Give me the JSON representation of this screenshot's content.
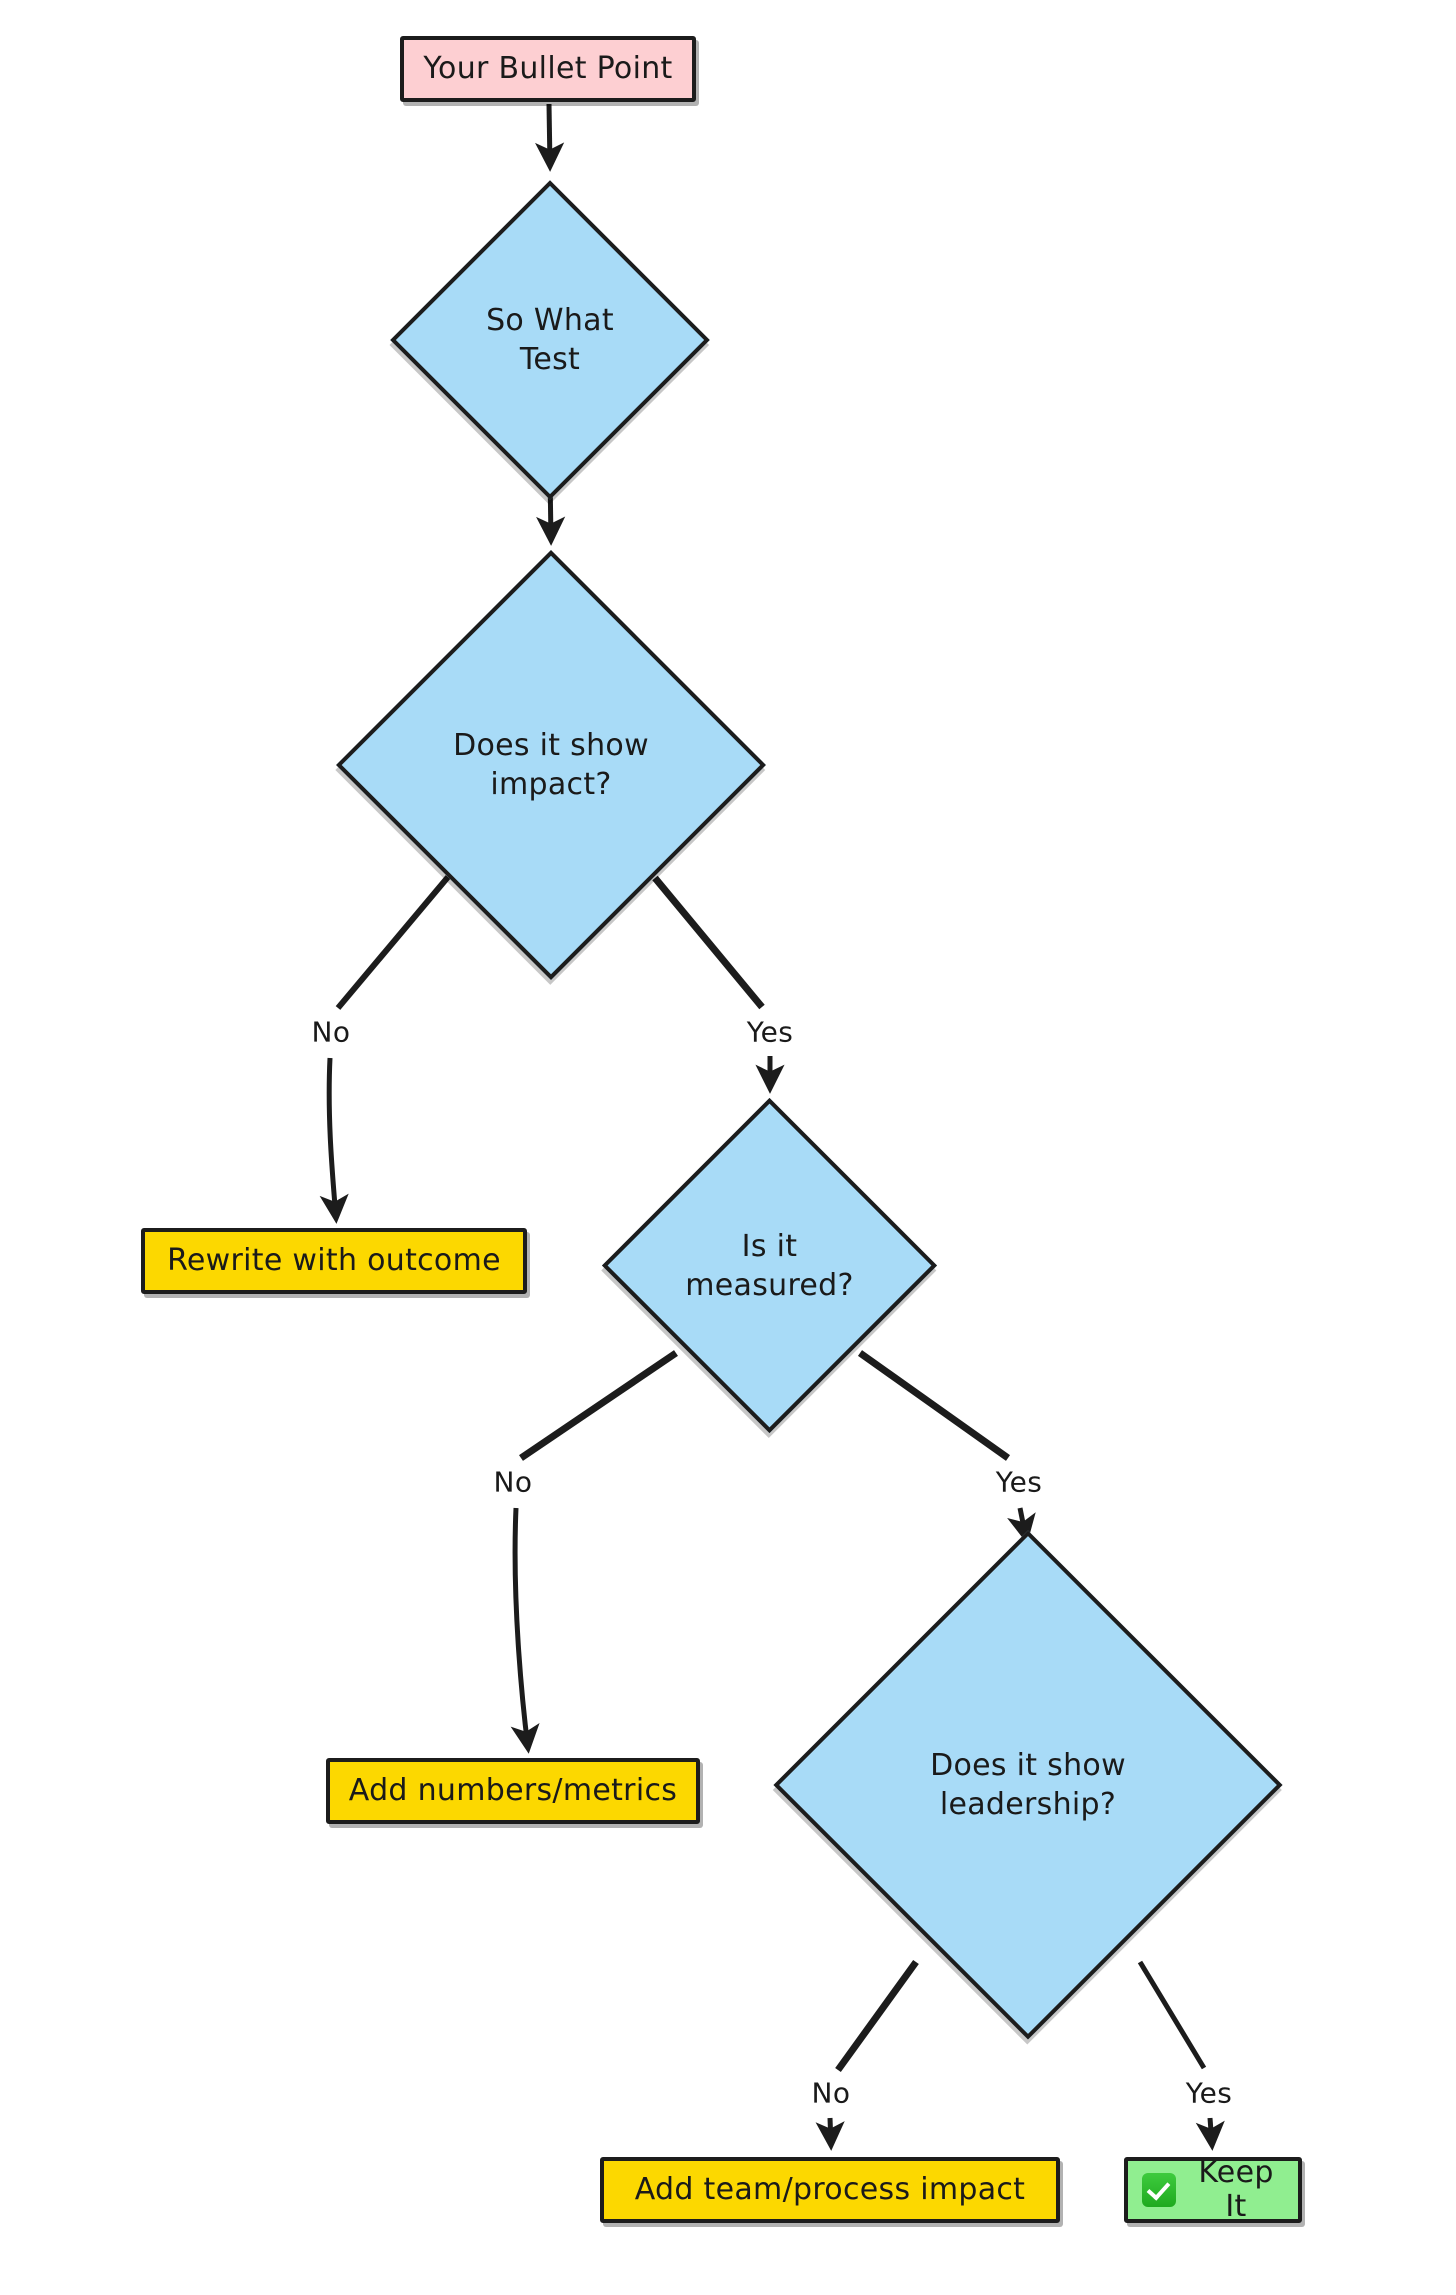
{
  "diagram": {
    "title": "So What Test Flowchart",
    "colors": {
      "start_fill": "#fdcfd2",
      "decision_fill": "#a8dbf7",
      "action_fill": "#fcd800",
      "accept_fill": "#90ee90",
      "stroke": "#1c1c1c",
      "text": "#1a1a1a",
      "background": "#ffffff"
    },
    "nodes": {
      "start": {
        "label": "Your Bullet Point",
        "shape": "rectangle",
        "color": "pink"
      },
      "so_what_test": {
        "label_line1": "So What",
        "label_line2": "Test",
        "shape": "diamond",
        "color": "blue"
      },
      "show_impact": {
        "label_line1": "Does it show",
        "label_line2": "impact?",
        "shape": "diamond",
        "color": "blue"
      },
      "rewrite_outcome": {
        "label": "Rewrite with outcome",
        "shape": "rectangle",
        "color": "yellow"
      },
      "is_measured": {
        "label_line1": "Is it",
        "label_line2": "measured?",
        "shape": "diamond",
        "color": "blue"
      },
      "add_metrics": {
        "label": "Add numbers/metrics",
        "shape": "rectangle",
        "color": "yellow"
      },
      "show_leadership": {
        "label_line1": "Does it show",
        "label_line2": "leadership?",
        "shape": "diamond",
        "color": "blue"
      },
      "add_team_impact": {
        "label": "Add team/process impact",
        "shape": "rectangle",
        "color": "yellow"
      },
      "keep_it": {
        "label": "Keep It",
        "icon": "check-mark-icon",
        "shape": "rectangle",
        "color": "green"
      }
    },
    "edges": [
      {
        "from": "start",
        "to": "so_what_test",
        "label": ""
      },
      {
        "from": "so_what_test",
        "to": "show_impact",
        "label": ""
      },
      {
        "from": "show_impact",
        "to": "rewrite_outcome",
        "label": "No"
      },
      {
        "from": "show_impact",
        "to": "is_measured",
        "label": "Yes"
      },
      {
        "from": "is_measured",
        "to": "add_metrics",
        "label": "No"
      },
      {
        "from": "is_measured",
        "to": "show_leadership",
        "label": "Yes"
      },
      {
        "from": "show_leadership",
        "to": "add_team_impact",
        "label": "No"
      },
      {
        "from": "show_leadership",
        "to": "keep_it",
        "label": "Yes"
      }
    ],
    "edge_labels": {
      "impact_no": "No",
      "impact_yes": "Yes",
      "measured_no": "No",
      "measured_yes": "Yes",
      "leadership_no": "No",
      "leadership_yes": "Yes"
    }
  }
}
